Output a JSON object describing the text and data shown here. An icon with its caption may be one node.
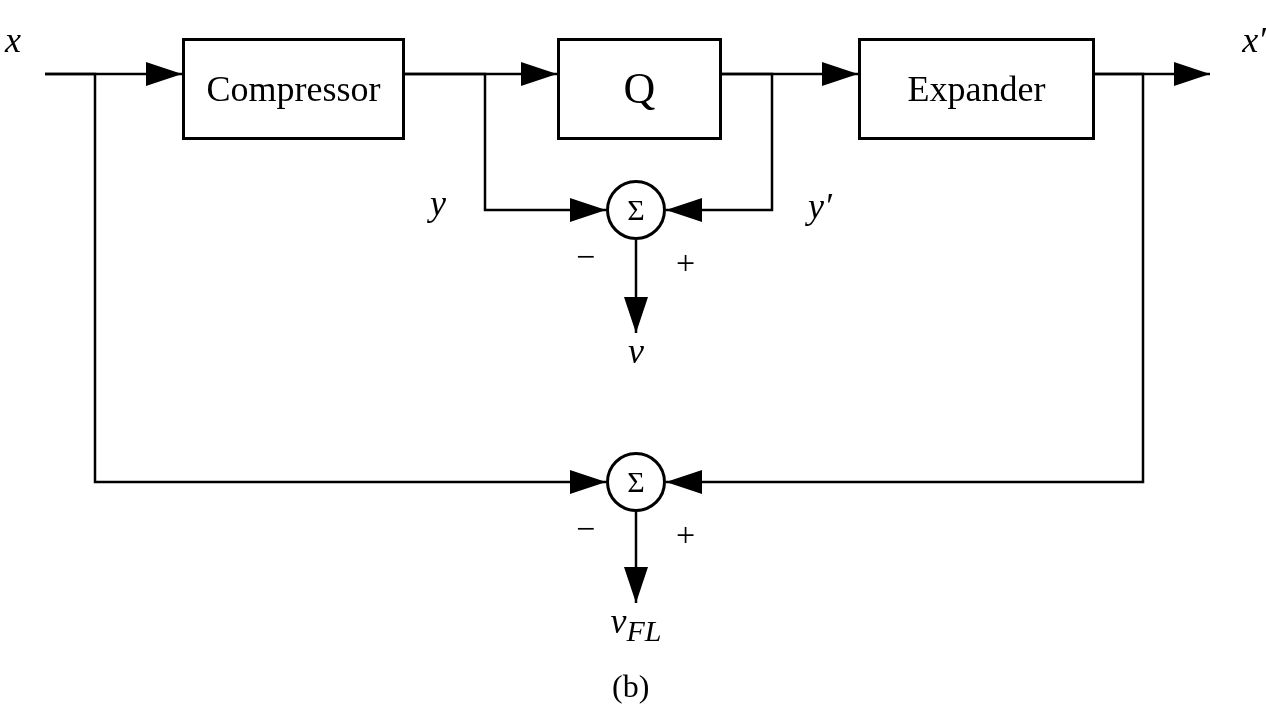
{
  "diagram": {
    "caption": "(b)",
    "nodes": [
      {
        "text": [
          "x"
        ]
      },
      {
        "text": [
          "Compressor"
        ]
      },
      {
        "text": [
          "Q"
        ]
      },
      {
        "text": [
          "Expander"
        ]
      },
      {
        "text": [
          "x′"
        ]
      },
      {
        "text": [
          "Σ"
        ],
        "beside": [
          "−",
          "+"
        ]
      },
      {
        "text": [
          "ν"
        ]
      },
      {
        "text": [
          "Σ"
        ],
        "beside": [
          "−",
          "+"
        ]
      },
      {
        "text": [
          "ν$_{FL}$"
        ]
      }
    ],
    "edges": [
      {
        "from": 0,
        "to": 1,
        "arrow": "to"
      },
      {
        "from": 0,
        "to": 7,
        "arrow": "to"
      },
      {
        "from": 1,
        "to": 2,
        "arrow": "to"
      },
      {
        "from": 1,
        "to": 5,
        "arrow": "to"
      },
      {
        "from": 2,
        "to": 3,
        "arrow": "to"
      },
      {
        "from": 2,
        "to": 5,
        "arrow": "to"
      },
      {
        "from": 3,
        "to": 4,
        "arrow": "to"
      },
      {
        "from": 3,
        "to": 7,
        "arrow": "to"
      },
      {
        "from": 5,
        "to": 6,
        "arrow": "to"
      },
      {
        "from": 7,
        "to": 8,
        "arrow": "to"
      }
    ],
    "labels": [
      "y",
      "y′"
    ]
  }
}
